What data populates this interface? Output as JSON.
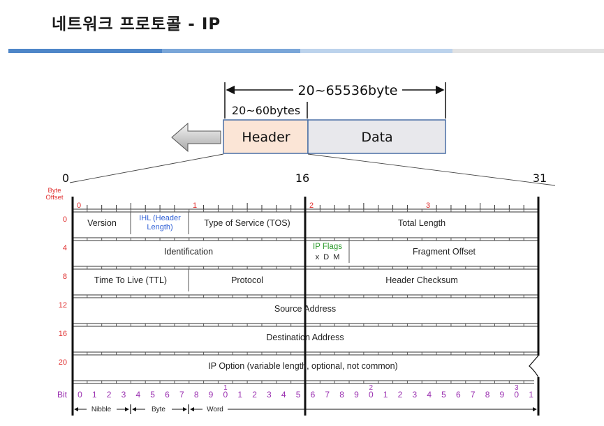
{
  "slide": {
    "title": "네트워크 프로토콜 - IP"
  },
  "packet": {
    "total_size_label": "20~65536byte",
    "header_size_label": "20~60bytes",
    "header_label": "Header",
    "data_label": "Data",
    "scale_start": "0",
    "scale_mid": "16",
    "scale_end": "31"
  },
  "ip_header": {
    "byte_offset_label": "Byte\nOffset",
    "byte_markers": [
      "0",
      "1",
      "2",
      "3"
    ],
    "row_offsets": [
      "0",
      "4",
      "8",
      "12",
      "16",
      "20"
    ],
    "fields": {
      "version": "Version",
      "ihl_line1": "IHL (Header",
      "ihl_line2": "Length)",
      "tos": "Type of Service (TOS)",
      "total_length": "Total Length",
      "identification": "Identification",
      "ip_flags": "IP Flags",
      "flag_bits": "x  D  M",
      "fragment_offset": "Fragment Offset",
      "ttl": "Time To Live (TTL)",
      "protocol": "Protocol",
      "header_checksum": "Header Checksum",
      "source_address": "Source Address",
      "destination_address": "Destination Address",
      "ip_option": "IP Option (variable length, optional, not common)"
    },
    "bit_label": "Bit",
    "legend": {
      "nibble": "Nibble",
      "byte": "Byte",
      "word": "Word"
    },
    "colors": {
      "red": "#e03030",
      "purple": "#9a2fb0",
      "blue": "#2e5fd6",
      "green": "#2a9a2a",
      "header_fill": "#fbe5d6",
      "data_fill": "#e8e8ec",
      "box_border": "#4a6fa5"
    }
  }
}
